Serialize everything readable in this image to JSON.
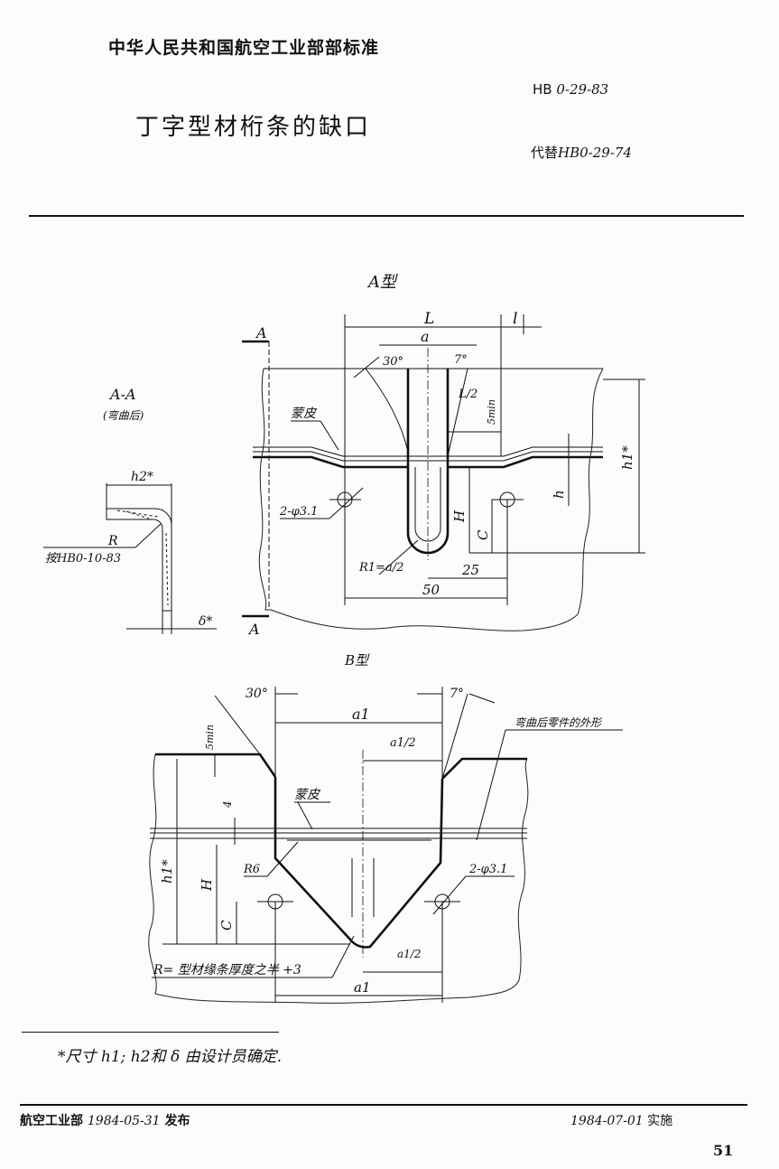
{
  "header": {
    "standard_title": "中华人民共和国航空工业部部标准",
    "doc_title": "丁字型材桁条的缺口",
    "std_prefix": "HB",
    "std_number": "0-29-83",
    "replaces_prefix": "代替",
    "replaces_number": "HB0-29-74"
  },
  "type_a": {
    "label": "A型",
    "section_mark": "A",
    "section_title": "A-A",
    "section_note": "(弯曲后)",
    "dims": {
      "L": "L",
      "l": "l",
      "a": "a",
      "angle_30": "30°",
      "angle_7": "7°",
      "half_L": "L/2",
      "min5": "5min",
      "skin": "蒙皮",
      "h1": "h1*",
      "h": "h",
      "holes": "2-φ3.1",
      "H": "H",
      "C": "C",
      "R1": "R1=a/2",
      "d25": "25",
      "d50": "50",
      "h2": "h2*",
      "R": "R",
      "R_ref": "按HB0-10-83",
      "delta": "δ*"
    }
  },
  "type_b": {
    "label": "B型",
    "dims": {
      "angle_30": "30°",
      "angle_7": "7°",
      "a1": "a1",
      "half_a1": "a1/2",
      "min5": "5min",
      "outline_note": "弯曲后零件的外形",
      "skin": "蒙皮",
      "four": "4",
      "R6": "R6",
      "h1": "h1*",
      "H": "H",
      "C": "C",
      "holes": "2-φ3.1",
      "R_formula": "R= 型材缘条厚度之半 +3",
      "a1_bottom": "a1"
    }
  },
  "footnote": "*尺寸 h1; h2和 δ 由设计员确定.",
  "footer": {
    "issuer": "航空工业部",
    "issue_date": "1984-05-31",
    "issue_word": "发布",
    "effective_date": "1984-07-01",
    "effective_word": "实施",
    "page_number": "51"
  }
}
